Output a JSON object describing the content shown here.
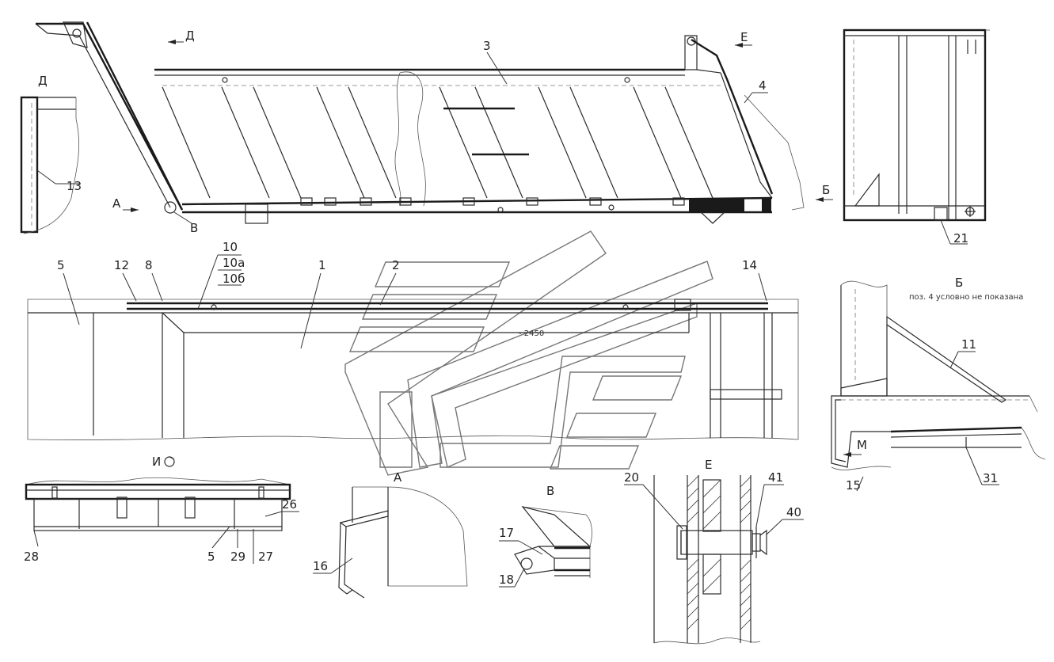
{
  "callouts": [
    {
      "id": "c3",
      "text": "3"
    },
    {
      "id": "c4",
      "text": "4"
    },
    {
      "id": "c13",
      "text": "13"
    },
    {
      "id": "c21",
      "text": "21"
    },
    {
      "id": "c5",
      "text": "5"
    },
    {
      "id": "c12",
      "text": "12"
    },
    {
      "id": "c8",
      "text": "8"
    },
    {
      "id": "c10",
      "text": "10"
    },
    {
      "id": "c10a",
      "text": "10а"
    },
    {
      "id": "c10b",
      "text": "10б"
    },
    {
      "id": "c1",
      "text": "1"
    },
    {
      "id": "c2",
      "text": "2"
    },
    {
      "id": "c14",
      "text": "14"
    },
    {
      "id": "c11",
      "text": "11"
    },
    {
      "id": "c15",
      "text": "15"
    },
    {
      "id": "c31",
      "text": "31"
    },
    {
      "id": "c26",
      "text": "26"
    },
    {
      "id": "c28",
      "text": "28"
    },
    {
      "id": "c5b",
      "text": "5"
    },
    {
      "id": "c29",
      "text": "29"
    },
    {
      "id": "c27",
      "text": "27"
    },
    {
      "id": "c16",
      "text": "16"
    },
    {
      "id": "c17",
      "text": "17"
    },
    {
      "id": "c18",
      "text": "18"
    },
    {
      "id": "c20",
      "text": "20"
    },
    {
      "id": "c41",
      "text": "41"
    },
    {
      "id": "c40",
      "text": "40"
    }
  ],
  "views": {
    "d_arrow": "Д",
    "d_title": "Д",
    "e_arrow": "Е",
    "a_arrow": "А",
    "v_mark": "В",
    "b_arrow": "Б",
    "b_title": "Б",
    "b_note": "поз. 4 условно не показана",
    "m_mark": "М",
    "i_title": "И",
    "a_title": "А",
    "v_title": "В",
    "e_title": "Е"
  }
}
